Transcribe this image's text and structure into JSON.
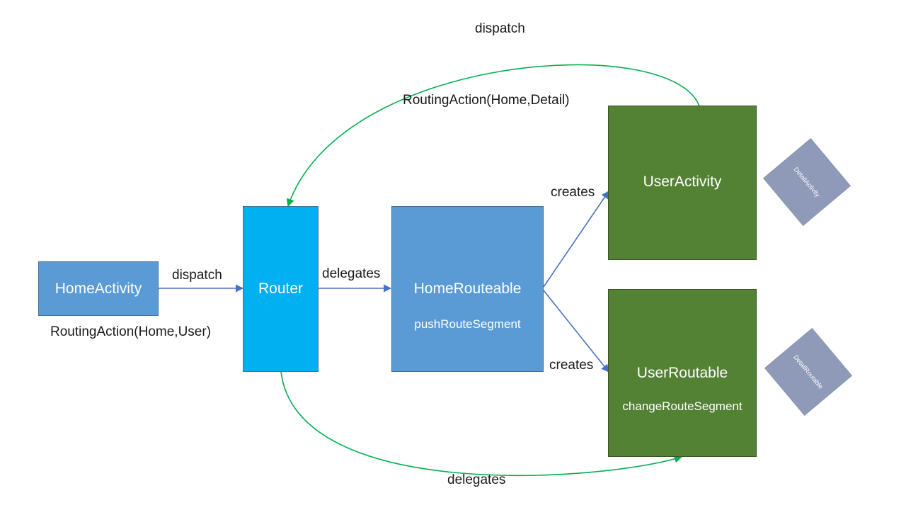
{
  "colors": {
    "blue_box": "#5b9bd5",
    "router_box": "#00b0f0",
    "green_box": "#548235",
    "box_border": "#41719c",
    "green_border": "#385723",
    "blue_arrow": "#4472c4",
    "green_arrow": "#00b050",
    "diamond": "#8e9ab8"
  },
  "nodes": {
    "home_activity": {
      "title": "HomeActivity"
    },
    "router": {
      "title": "Router"
    },
    "home_routeable": {
      "title": "HomeRouteable",
      "method": "pushRouteSegment"
    },
    "user_activity": {
      "title": "UserActivity"
    },
    "user_routable": {
      "title": "UserRoutable",
      "method": "changeRouteSegment"
    },
    "detail_activity": {
      "title": "DetailActivity"
    },
    "detail_routable": {
      "title": "DetailRoutable"
    }
  },
  "edges": {
    "dispatch_user": {
      "label": "dispatch",
      "action": "RoutingAction(Home,User)"
    },
    "delegates_home": {
      "label": "delegates"
    },
    "creates_user_activity": {
      "label": "creates"
    },
    "creates_user_routable": {
      "label": "creates"
    },
    "dispatch_detail": {
      "label": "dispatch",
      "action": "RoutingAction(Home,Detail)"
    },
    "delegates_user_routable": {
      "label": "delegates"
    }
  }
}
